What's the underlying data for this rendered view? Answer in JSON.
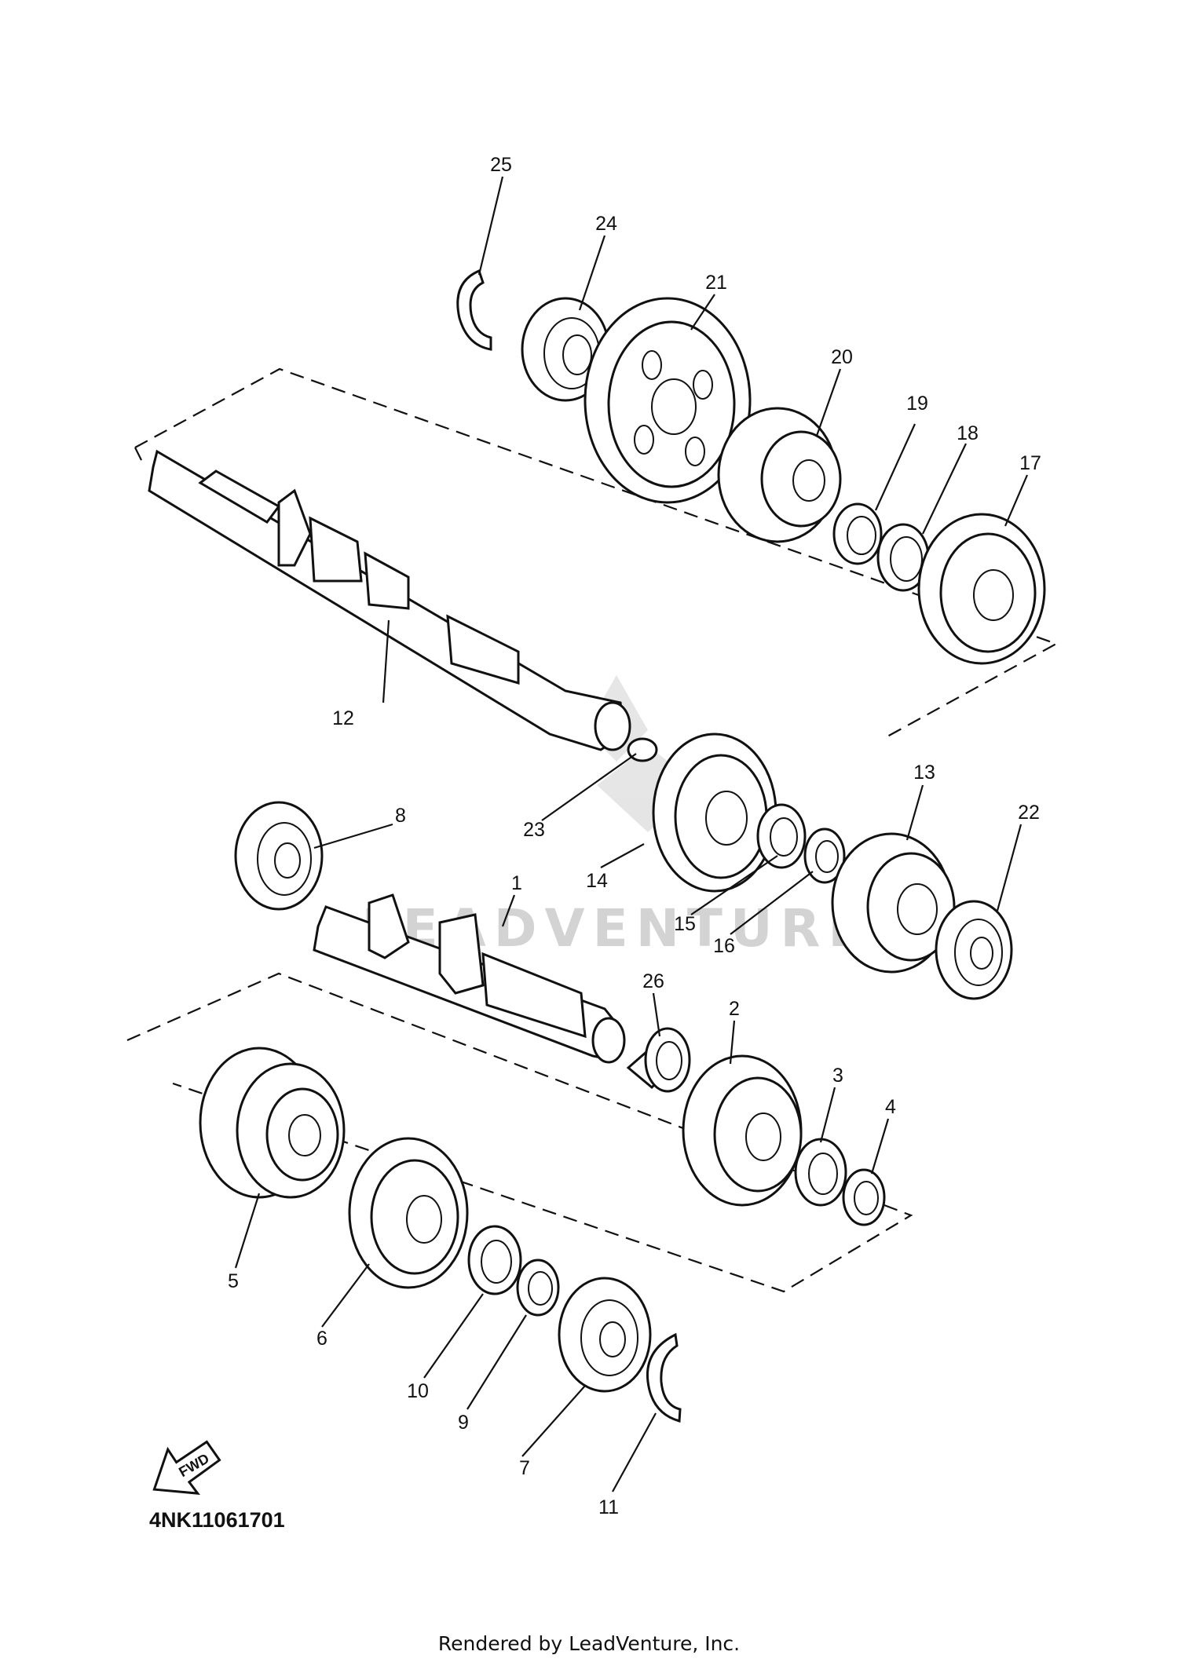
{
  "diagram": {
    "part_labels": [
      "25",
      "24",
      "21",
      "20",
      "19",
      "18",
      "17",
      "12",
      "23",
      "14",
      "13",
      "22",
      "8",
      "1",
      "15",
      "16",
      "26",
      "2",
      "3",
      "4",
      "5",
      "6",
      "10",
      "9",
      "7",
      "11"
    ],
    "fwd_label": "FWD",
    "diagram_code": "4NK11061701",
    "watermark": "LEADVENTURE",
    "footer": "Rendered by LeadVenture, Inc."
  },
  "chart_data": null
}
